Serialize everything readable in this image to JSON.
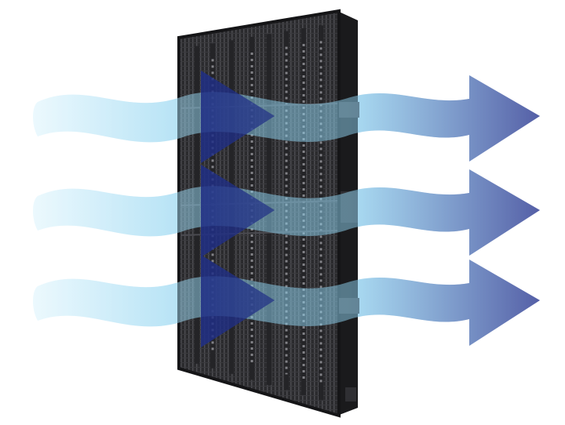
{
  "scene": {
    "subject": "mesh-led-panel",
    "background_color": "#ffffff",
    "panel_color": "#2b2b2e",
    "panel_edge_color": "#1a1a1c",
    "grid_line_color": "#4d4d52",
    "highlight_color": "#cfcfd6",
    "arrow_count": 3,
    "arrow_light_color": "#e6f7fd",
    "arrow_mid_color": "#8fd3f0",
    "arrow_dark_color": "#2f3c93",
    "triangle_color": "#1f2e86",
    "icons": [
      "airflow-arrow",
      "airflow-arrow",
      "airflow-arrow"
    ]
  }
}
